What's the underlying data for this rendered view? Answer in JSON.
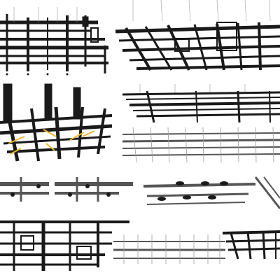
{
  "image": {
    "background": "#ffffff",
    "ink": "#1a1a1a",
    "mid_ink": "#555555",
    "light_ink": "#9a9a9a",
    "accent": "#e8b830",
    "panels": [
      {
        "name": "ceiling-pipe-render-1"
      },
      {
        "name": "ceiling-pipe-render-2"
      },
      {
        "name": "ceiling-pipe-render-3"
      },
      {
        "name": "ceiling-pipe-render-4"
      },
      {
        "name": "ceiling-pipe-render-5"
      },
      {
        "name": "ceiling-pipe-render-6"
      },
      {
        "name": "ceiling-pipe-render-7"
      },
      {
        "name": "ceiling-pipe-render-8"
      },
      {
        "name": "ceiling-pipe-render-9"
      },
      {
        "name": "ceiling-pipe-render-10"
      }
    ]
  }
}
